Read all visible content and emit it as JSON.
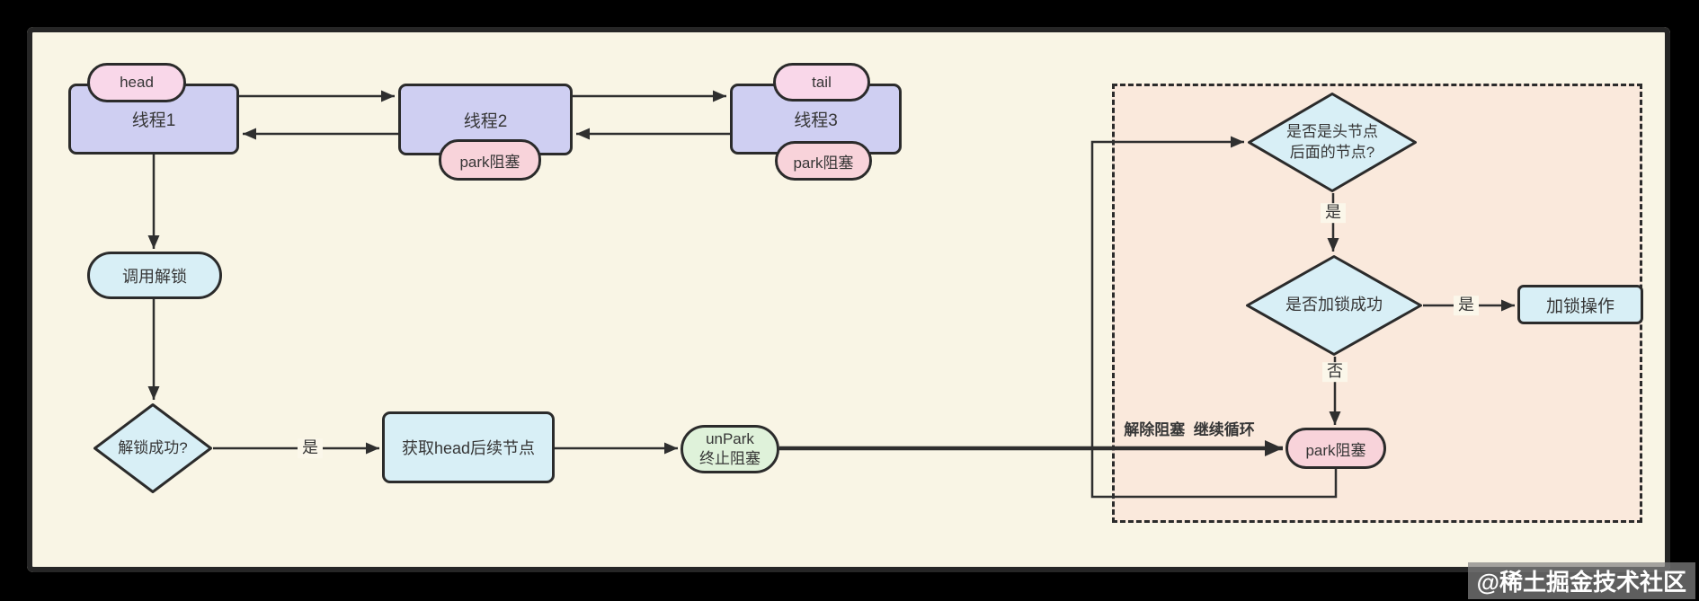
{
  "colors": {
    "canvas_bg": "#f9f5e5",
    "frame": "#262626",
    "node_border": "#2b2b2b",
    "line": "#2f2f2f",
    "purple": "#cfcff2",
    "pink": "#f9d7e9",
    "salmon": "#f8d3da",
    "cyan": "#d8eff6",
    "green": "#dff2da",
    "peach": "#fae9dc",
    "label_bg": "#fbf7ea",
    "text": "#363636"
  },
  "nodes": {
    "head_badge": "head",
    "tail_badge": "tail",
    "thread1": "线程1",
    "thread2": "线程2",
    "thread3": "线程3",
    "park_badge_2": "park阻塞",
    "park_badge_3": "park阻塞",
    "call_unlock": "调用解锁",
    "unlock_success": "解锁成功?",
    "get_head_next": "获取head后续节点",
    "unpark_line1": "unPark",
    "unpark_line2": "终止阻塞",
    "is_head_successor_line1": "是否是头节点",
    "is_head_successor_line2": "后面的节点?",
    "lock_success": "是否加锁成功",
    "lock_action": "加锁操作",
    "park_block": "park阻塞"
  },
  "edge_labels": {
    "unlock_yes": "是",
    "head_successor_yes": "是",
    "lock_success_yes": "是",
    "lock_success_no": "否",
    "unblock_loop": "解除阻塞  继续循环"
  },
  "watermark": {
    "text": "@稀土掘金技术社区"
  }
}
